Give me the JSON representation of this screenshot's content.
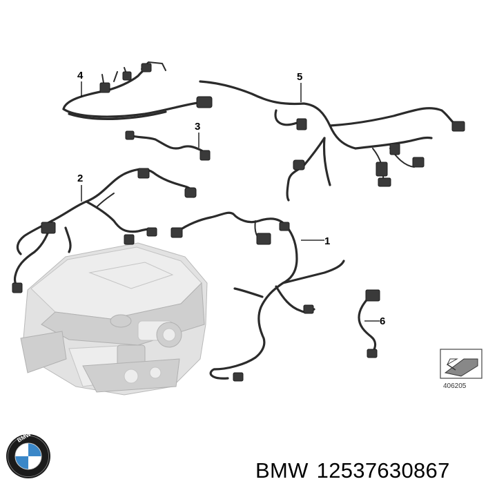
{
  "diagram": {
    "callouts": [
      {
        "id": "1",
        "label": "1"
      },
      {
        "id": "2",
        "label": "2"
      },
      {
        "id": "3",
        "label": "3"
      },
      {
        "id": "4",
        "label": "4"
      },
      {
        "id": "5",
        "label": "5"
      },
      {
        "id": "6",
        "label": "6"
      }
    ],
    "reference_number": "406205",
    "wire_color": "#2b2b2b",
    "engine_color": "#e2e2e2"
  },
  "footer": {
    "brand": "BMW",
    "part_number": "12537630867",
    "logo": "bmw-roundel-logo",
    "logo_colors": {
      "blue": "#3a87c8",
      "ring": "#1b1b1b",
      "white": "#ffffff"
    }
  }
}
